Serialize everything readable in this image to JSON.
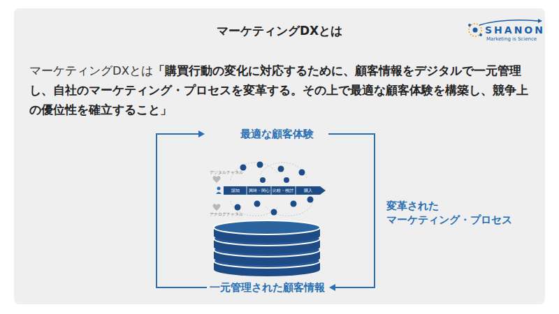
{
  "diagram": {
    "title": "マーケティングDXとは",
    "labels": [
      "SHANON",
      "Marketing is Science",
      "マーケティングDXとは",
      "「購買行動の変化に対応するために、顧客情報をデジタルで一元管理し、自社のマーケティング・プロセスを変革する。その上で最適な顧客体験を構築し、競争上の優位性を確立すること」",
      "最適な顧客体験",
      "変革された マーケティング・プロセス",
      "一元管理された顧客情報",
      "デジタルチャネル",
      "アナログチャネル",
      "認知",
      "興味・関心",
      "比較・検討",
      "購入"
    ]
  }
}
